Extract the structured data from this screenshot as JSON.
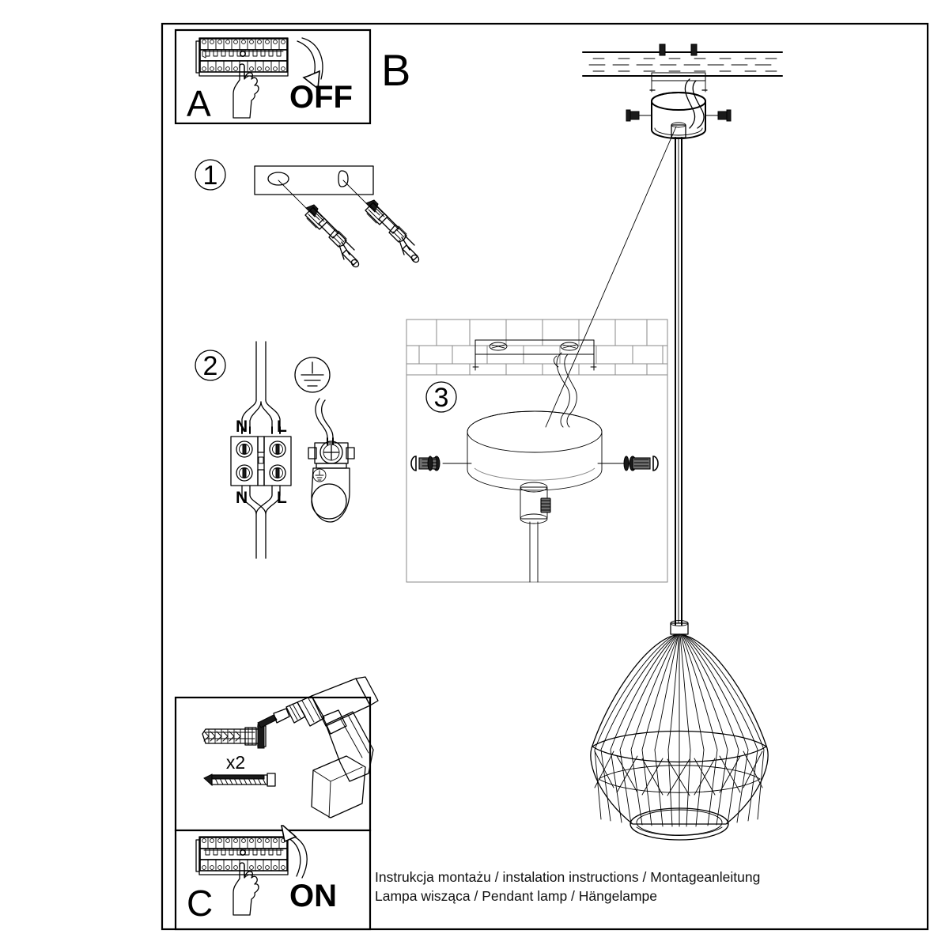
{
  "document": {
    "type": "assembly-instruction-sheet",
    "product": "Pendant lamp / wire cage geometric shade",
    "caption_line1": "Instrukcja montażu / instalation instructions / Montageanleitung",
    "caption_line2": "Lampa wisząca / Pendant lamp / Hängelampe",
    "background_color": "#ffffff",
    "line_color": "#000000"
  },
  "sections": {
    "b_label": "B"
  },
  "panels": {
    "a": {
      "id": "A",
      "label": "A",
      "action_text": "OFF",
      "icon_breaker": "circuit-breaker-panel-icon",
      "icon_hand": "pointing-hand-icon",
      "icon_arrow": "curved-arrow-down-icon",
      "description": "Switch off the mains circuit breaker"
    },
    "c": {
      "id": "C",
      "label": "C",
      "action_text": "ON",
      "icon_breaker": "circuit-breaker-panel-icon",
      "icon_hand": "pointing-hand-icon",
      "icon_arrow": "curved-arrow-up-icon",
      "description": "Switch the mains circuit breaker back on"
    },
    "tools": {
      "quantity_label": "x2",
      "icon_wall_plug": "wall-plug-icon",
      "icon_screw": "screw-icon",
      "icon_drill": "power-drill-icon",
      "description": "Required tools and fixings"
    }
  },
  "steps": [
    {
      "number": "1",
      "icon": "mounting-bracket-with-screws-icon",
      "description": "Fix the mounting bracket using two screws and wall plugs"
    },
    {
      "number": "2",
      "icon": "terminal-block-wiring-icon",
      "description": "Connect the wires to the terminal block and earth terminal",
      "terminal_labels_top": [
        "N",
        "L"
      ],
      "terminal_labels_bottom": [
        "N",
        "L"
      ],
      "earth_symbol": "earth-ground-symbol-icon"
    },
    {
      "number": "3",
      "icon": "ceiling-canopy-mounting-icon",
      "description": "Mount the ceiling canopy onto the bracket and secure with side screws"
    }
  ],
  "assembly": {
    "icon_ceiling": "ceiling-slab-icon",
    "icon_canopy": "ceiling-canopy-icon",
    "icon_suspension": "suspension-rod-icon",
    "icon_shade": "wire-cage-pendant-shade-icon",
    "icon_side_screw": "set-screw-icon",
    "description": "Assembled pendant lamp hanging from the ceiling"
  }
}
